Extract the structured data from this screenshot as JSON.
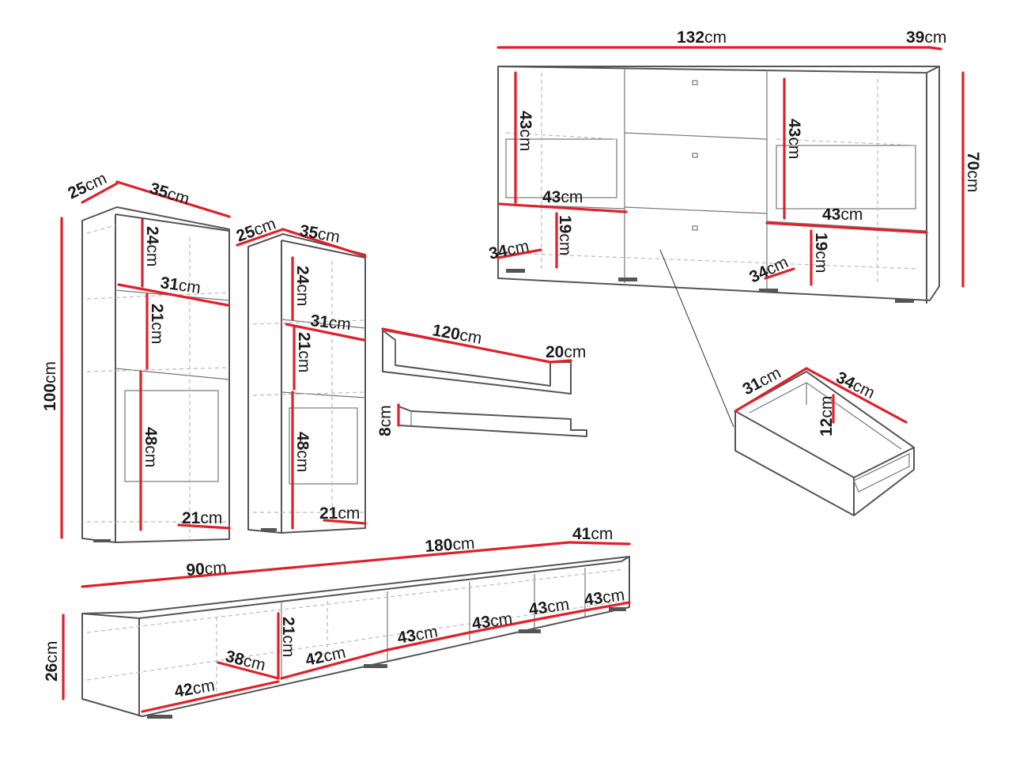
{
  "unit": "cm",
  "labels": {
    "lt_depth": "25",
    "lt_width": "35",
    "lt_height": "100",
    "lt_sec1": "24",
    "lt_shelf_w": "31",
    "lt_sec2": "21",
    "lt_sec3": "48",
    "lt_base": "21",
    "rt_depth": "25",
    "rt_width": "35",
    "rt_sec1": "24",
    "rt_shelf_w": "31",
    "rt_sec2": "21",
    "rt_sec3": "48",
    "rt_base": "21",
    "shelf_len": "120",
    "shelf_depth": "20",
    "shelf_h": "8",
    "sb_width": "132",
    "sb_depth": "39",
    "sb_height": "70",
    "sb_l_comp_h": "43",
    "sb_l_comp_w": "43",
    "sb_l_drawer_h": "19",
    "sb_l_drawer_d": "34",
    "sb_r_comp_h": "43",
    "sb_r_comp_w": "43",
    "sb_r_drawer_h": "19",
    "sb_r_drawer_d": "34",
    "dr_width": "31",
    "dr_depth": "34",
    "dr_height": "12",
    "tv_total": "180",
    "tv_half": "90",
    "tv_depth": "41",
    "tv_height": "26",
    "tv_comp_h": "21",
    "tv_comp_d": "38",
    "tv_w1": "42",
    "tv_w2": "42",
    "tv_w3": "43",
    "tv_w4": "43",
    "tv_w5": "43",
    "tv_w6": "43"
  }
}
